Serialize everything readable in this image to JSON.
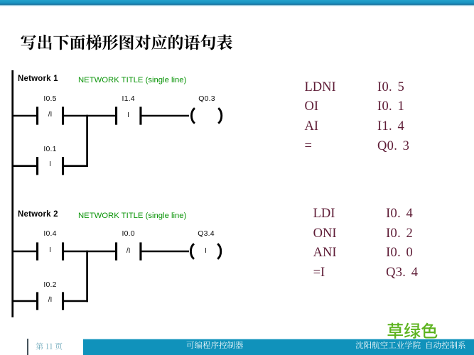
{
  "slide": {
    "title": "写出下面梯形图对应的语句表",
    "color_note": {
      "text": "草绿色",
      "color": "#5cb31e"
    },
    "footer": {
      "page_label": "第 11 页",
      "course_title": "可编程序控制器",
      "institution": "沈阳航空工业学院  自动控制系",
      "bar_color": "#1092bb"
    }
  },
  "ladder": {
    "line_color": "#000000",
    "networks": [
      {
        "name": "Network 1",
        "title": "NETWORK TITLE (single line)",
        "contact1": {
          "label": "I0.5",
          "symbol": "/I"
        },
        "contact2": {
          "label": "I1.4",
          "symbol": "I"
        },
        "branch_contact": {
          "label": "I0.1",
          "symbol": "I"
        },
        "coil": {
          "label": "Q0.3",
          "symbol": ""
        }
      },
      {
        "name": "Network 2",
        "title": "NETWORK TITLE (single line)",
        "contact1": {
          "label": "I0.4",
          "symbol": "I"
        },
        "contact2": {
          "label": "I0.0",
          "symbol": "/I"
        },
        "branch_contact": {
          "label": "I0.2",
          "symbol": "/I"
        },
        "coil": {
          "label": "Q3.4",
          "symbol": "I"
        }
      }
    ]
  },
  "statements": {
    "network1": [
      {
        "op": "LDNI",
        "operand": "I0. 5"
      },
      {
        "op": "OI",
        "operand": "I0. 1"
      },
      {
        "op": "AI",
        "operand": "I1. 4"
      },
      {
        "op": "=",
        "operand": "Q0. 3"
      }
    ],
    "network2": [
      {
        "op": "LDI",
        "operand": "I0. 4"
      },
      {
        "op": "ONI",
        "operand": "I0. 2"
      },
      {
        "op": "ANI",
        "operand": "I0. 0"
      },
      {
        "op": "=I",
        "operand": "Q3. 4"
      }
    ]
  }
}
